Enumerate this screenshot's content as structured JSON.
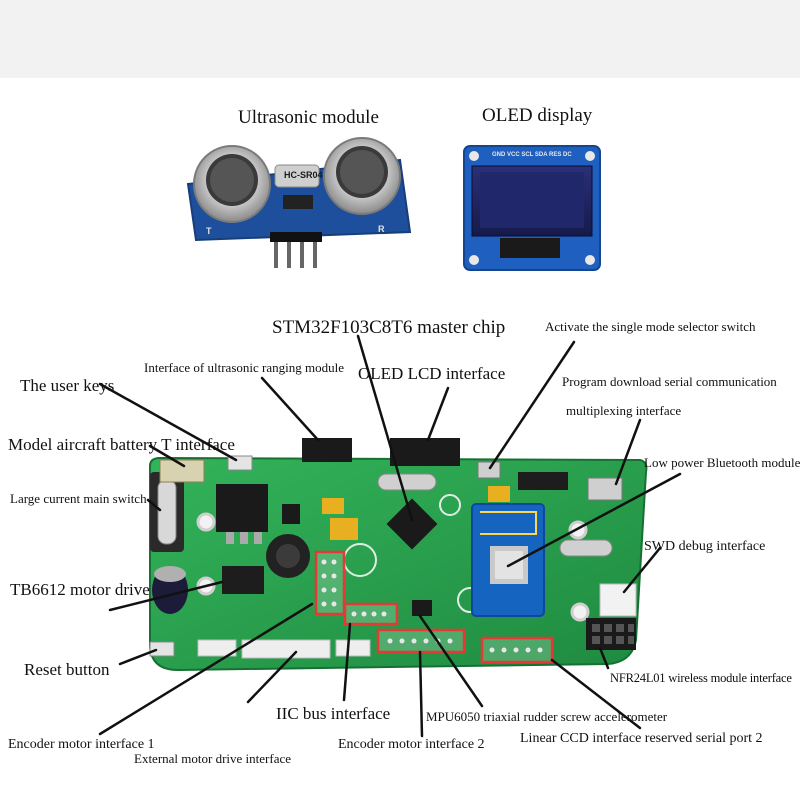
{
  "modules": {
    "ultrasonic_title": "Ultrasonic module",
    "ultrasonic_chip": "HC-SR04",
    "ultrasonic_t": "T",
    "ultrasonic_r": "R",
    "oled_title": "OLED display",
    "oled_pins": "GND VCC SCL SDA RES DC"
  },
  "labels": {
    "master_chip": "STM32F103C8T6 master chip",
    "mode_switch": "Activate the single mode selector switch",
    "ultrasonic_iface": "Interface of ultrasonic ranging module",
    "oled_iface": "OLED LCD interface",
    "user_keys": "The user keys",
    "serial_prog_1": "Program download serial communication",
    "serial_prog_2": "multiplexing interface",
    "battery": "Model aircraft battery T interface",
    "bluetooth": "Low power Bluetooth module",
    "main_switch": "Large current main switch",
    "swd": "SWD debug interface",
    "tb6612": "TB6612 motor drive",
    "reset": "Reset button",
    "nrf": "NFR24L01 wireless module interface",
    "iic": "IIC bus interface",
    "mpu": "MPU6050 triaxial rudder screw accelerometer",
    "encoder1": "Encoder motor interface 1",
    "encoder2": "Encoder motor interface 2",
    "ccd": "Linear CCD interface reserved serial port 2",
    "ext_motor": "External motor drive interface"
  },
  "colors": {
    "pcb": "#2aa64f",
    "pcb_dark": "#1f8a40",
    "bt_module": "#1565c0",
    "highlight": "#e53935",
    "module_blue": "#1e4f9c"
  }
}
